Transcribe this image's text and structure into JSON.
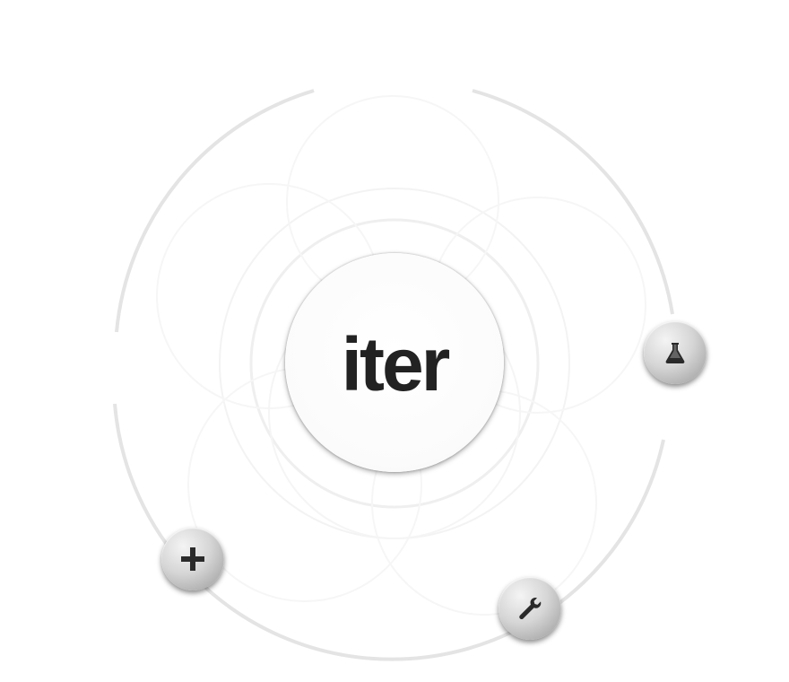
{
  "logo": {
    "text": "iter"
  },
  "orbit_buttons": [
    {
      "name": "lab",
      "icon": "flask-icon"
    },
    {
      "name": "add",
      "icon": "plus-icon"
    },
    {
      "name": "tools",
      "icon": "wrench-icon"
    }
  ],
  "colors": {
    "logo_text": "#222222",
    "button_dark": "#9a9a9a",
    "button_light": "#f4f4f4",
    "icon": "#2a2a2a",
    "orbit_ring": "#e6e6e6",
    "background": "#ffffff"
  }
}
